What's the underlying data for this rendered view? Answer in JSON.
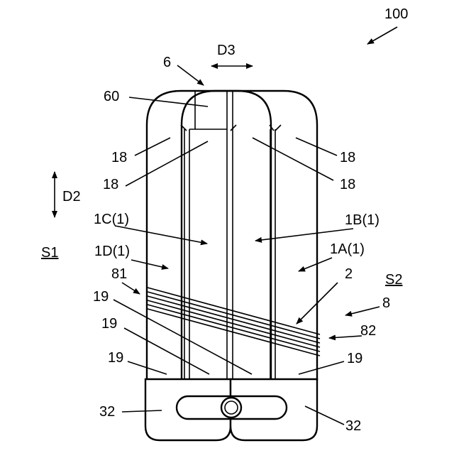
{
  "figure": {
    "ref_main": "100",
    "ref_6": "6",
    "ref_d3": "D3",
    "ref_60": "60",
    "ref_18_a": "18",
    "ref_18_b": "18",
    "ref_18_c": "18",
    "ref_18_d": "18",
    "ref_d2": "D2",
    "ref_1c": "1C(1)",
    "ref_1b": "1B(1)",
    "ref_s1": "S1",
    "ref_1d": "1D(1)",
    "ref_1a": "1A(1)",
    "ref_81": "81",
    "ref_2": "2",
    "ref_s2": "S2",
    "ref_19_a": "19",
    "ref_8": "8",
    "ref_19_b": "19",
    "ref_82": "82",
    "ref_19_c": "19",
    "ref_19_d": "19",
    "ref_32_a": "32",
    "ref_32_b": "32"
  }
}
